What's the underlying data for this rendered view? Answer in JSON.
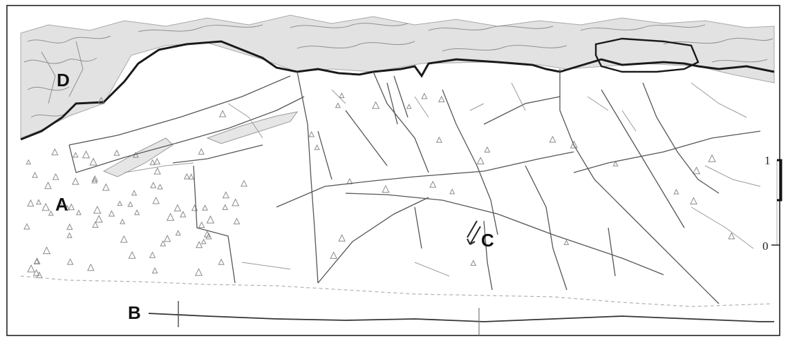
{
  "labels": {
    "a": "A",
    "b": "B",
    "c": "C",
    "d": "D"
  },
  "scale_bar": {
    "top_label": "1",
    "bottom_label": "0"
  },
  "colors": {
    "frame": "#222222",
    "bold_contact": "#1a1a1a",
    "fracture": "#555555",
    "fine_line": "#9a9a9a",
    "shaded_fill": "#e2e2e2",
    "stipple": "#8a8a8a"
  }
}
